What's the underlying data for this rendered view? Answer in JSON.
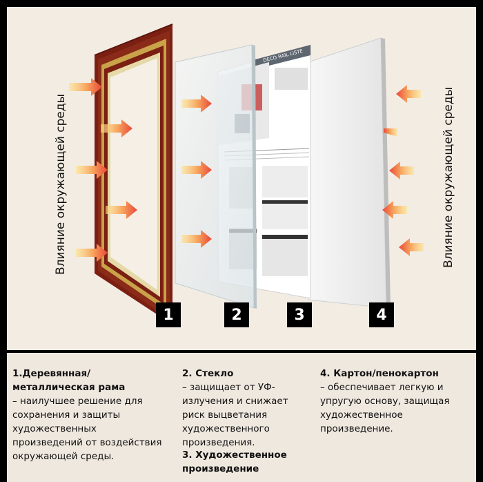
{
  "side_label_left": "Влияние окружающей среды",
  "side_label_right": "Влияние окружающей среды",
  "badges": [
    "1",
    "2",
    "3",
    "4"
  ],
  "panel3_header": "DECO RAIL LISTE",
  "captions": {
    "frame": {
      "title": "1.Деревянная/металлическая рама",
      "text": "– наилучшее решение для сохранения и защиты художественных произведений от воздействия окружающей среды."
    },
    "glass": {
      "title": "2. Стекло",
      "text": "– защищает от УФ-излучения и снижает риск выцветания художественного произведения."
    },
    "artwork": {
      "title": "3. Художественное произведение"
    },
    "board": {
      "title": "4. Картон/пенокартон",
      "text": "– обеспечивает легкую и упругую основу, защищая художественное произведение."
    }
  },
  "colors": {
    "frame_wood": "#7a1f12",
    "frame_gold": "#c9a24a",
    "arrow_start": "#ffd36b",
    "arrow_end": "#e8483a",
    "badge_bg": "#000000"
  }
}
